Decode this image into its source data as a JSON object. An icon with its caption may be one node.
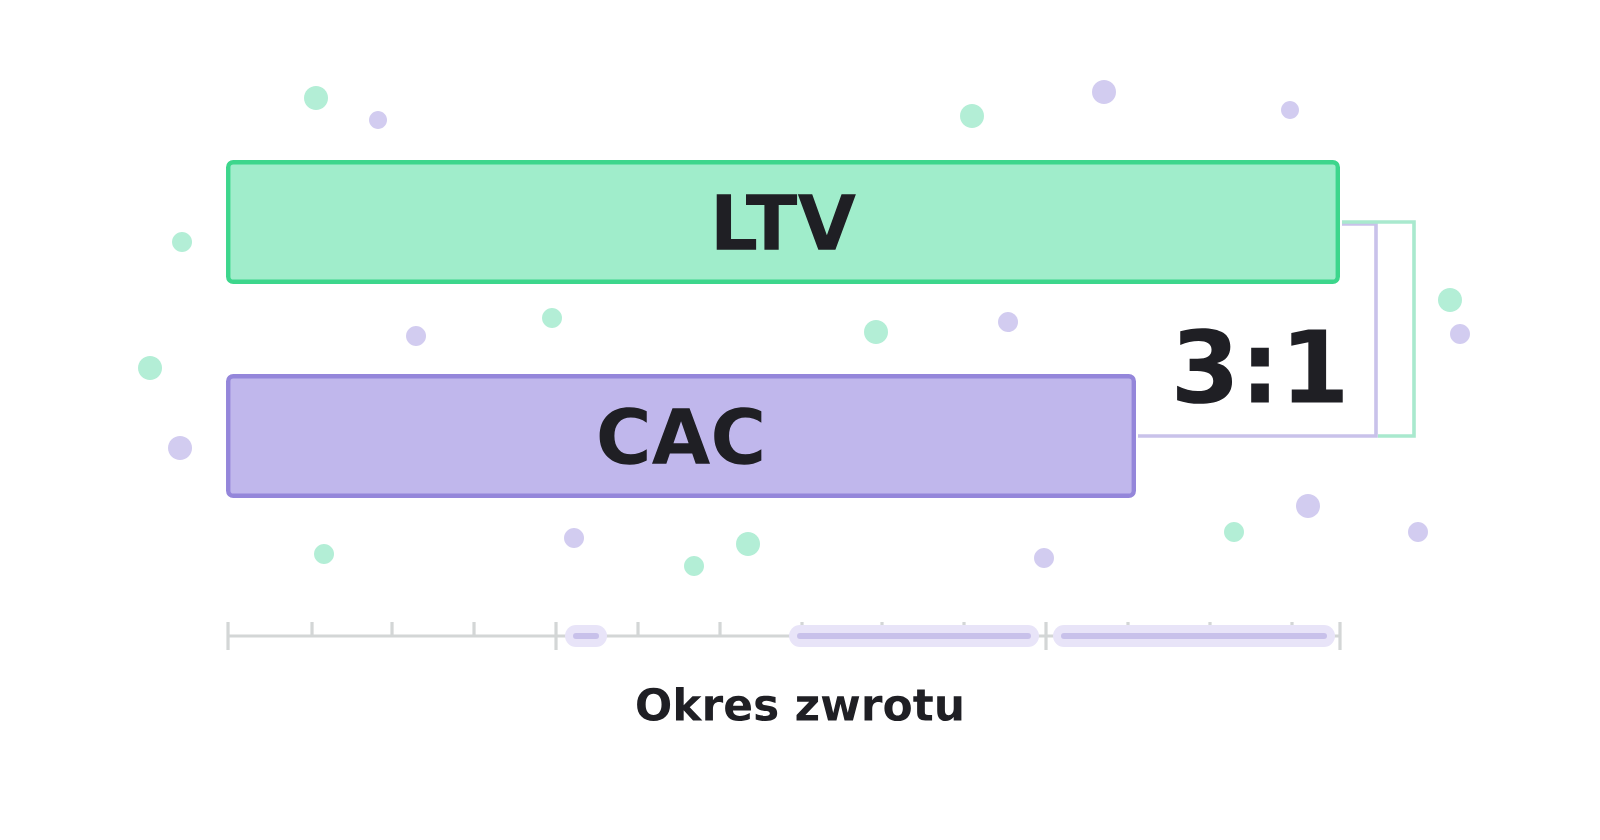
{
  "diagram": {
    "nodes": [
      {
        "text": [
          "LTV"
        ]
      },
      {
        "text": [
          "CAC"
        ]
      }
    ],
    "labels": [
      "3:1",
      "Okres zwrotu"
    ]
  }
}
